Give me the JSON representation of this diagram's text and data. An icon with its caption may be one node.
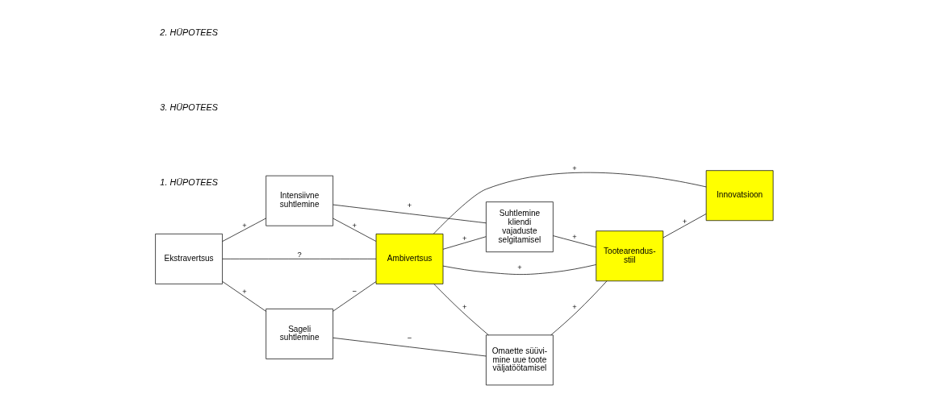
{
  "diagram": {
    "nodes": [
      {
        "text": [
          "Ekstravertsus"
        ]
      },
      {
        "text": [
          "Intensiivne suhtlemine"
        ]
      },
      {
        "text": [
          "Sageli suhtlemine"
        ]
      },
      {
        "text": [
          "Ambivertsus"
        ]
      },
      {
        "text": [
          "Suhtlemine kliendi vajaduste selgitamisel"
        ]
      },
      {
        "text": [
          "Omaette süüvi- mine uue toote väljatöötamisel"
        ]
      },
      {
        "text": [
          "Tootearendus- stiil"
        ]
      },
      {
        "text": [
          "Innovatsioon"
        ]
      }
    ],
    "edges": [
      {
        "from": 0,
        "to": 1,
        "arrow": "none",
        "label": "+"
      },
      {
        "from": 0,
        "to": 3,
        "arrow": "none",
        "label": "?"
      },
      {
        "from": 0,
        "to": 2,
        "arrow": "none",
        "label": "+"
      },
      {
        "from": 1,
        "to": 3,
        "arrow": "none",
        "label": "+"
      },
      {
        "from": 1,
        "to": 4,
        "arrow": "none",
        "label": "+"
      },
      {
        "from": 2,
        "to": 3,
        "arrow": "none",
        "label": "−"
      },
      {
        "from": 2,
        "to": 5,
        "arrow": "none",
        "label": "−"
      },
      {
        "from": 3,
        "to": 7,
        "arrow": "none",
        "label": "+"
      },
      {
        "from": 3,
        "to": 4,
        "arrow": "none",
        "label": "+"
      },
      {
        "from": 3,
        "to": 6,
        "arrow": "none",
        "label": "+"
      },
      {
        "from": 3,
        "to": 5,
        "arrow": "none",
        "label": "+"
      },
      {
        "from": 4,
        "to": 6,
        "arrow": "none",
        "label": "+"
      },
      {
        "from": 5,
        "to": 6,
        "arrow": "none",
        "label": "+"
      },
      {
        "from": 6,
        "to": 7,
        "arrow": "none",
        "label": "+"
      }
    ],
    "labels": [
      "1. HÜPOTEES",
      "3. HÜPOTEES",
      "2. HÜPOTEES"
    ]
  }
}
